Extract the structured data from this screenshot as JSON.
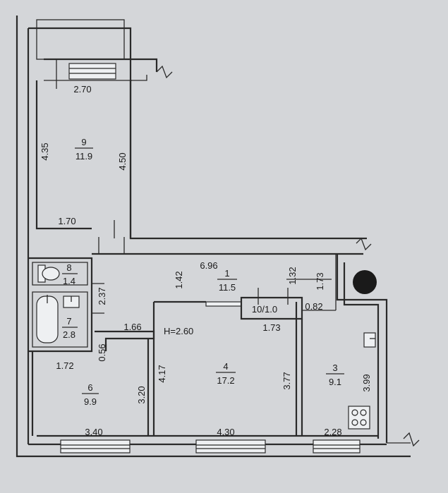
{
  "plan": {
    "ceiling_height": "H=2.60",
    "rooms": [
      {
        "id": "9",
        "number": "9",
        "area": "11.9"
      },
      {
        "id": "8",
        "number": "8",
        "area": "1.4"
      },
      {
        "id": "7",
        "number": "7",
        "area": "2.8"
      },
      {
        "id": "1",
        "number": "1",
        "area": "11.5"
      },
      {
        "id": "10",
        "label": "10/1.0"
      },
      {
        "id": "4",
        "number": "4",
        "area": "17.2"
      },
      {
        "id": "6",
        "number": "6",
        "area": "9.9"
      },
      {
        "id": "3",
        "number": "3",
        "area": "9.1"
      }
    ],
    "dimensions": {
      "r9_top": "2.70",
      "r9_left": "4.35",
      "r9_right": "4.50",
      "r9_bottom": "1.70",
      "hall_length": "6.96",
      "hall_width": "1.42",
      "hall_right": "1.32",
      "hall_far_right": "1.73",
      "bath_height": "2.37",
      "corridor": "1.66",
      "wall_gap": "0.56",
      "r6_top": "1.72",
      "r6_right": "3.20",
      "r6_bottom": "3.40",
      "r4_left": "4.17",
      "r4_right": "3.77",
      "r4_bottom": "4.30",
      "closet_bottom": "1.73",
      "kitchen_top": "0.82",
      "kitchen_right": "3.99",
      "kitchen_bottom": "2.28"
    }
  }
}
